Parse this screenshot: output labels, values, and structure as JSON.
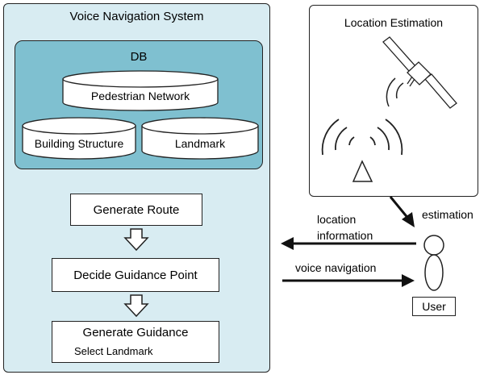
{
  "voice_navigation_system": {
    "title": "Voice Navigation System",
    "db": {
      "title": "DB",
      "stores": [
        "Pedestrian Network",
        "Building Structure",
        "Landmark"
      ]
    },
    "steps": {
      "generate_route": "Generate Route",
      "decide_guidance_point": "Decide Guidance Point",
      "generate_guidance": "Generate Guidance",
      "generate_guidance_sub": "Select Landmark"
    }
  },
  "location_estimation": {
    "title": "Location Estimation",
    "icons": [
      "satellite-icon",
      "signal-waves-icon",
      "antenna-icon"
    ]
  },
  "flows": {
    "estimation": "estimation",
    "location_information": [
      "location",
      "information"
    ],
    "voice_navigation": "voice navigation"
  },
  "user": {
    "label": "User",
    "icon": "person-icon"
  }
}
